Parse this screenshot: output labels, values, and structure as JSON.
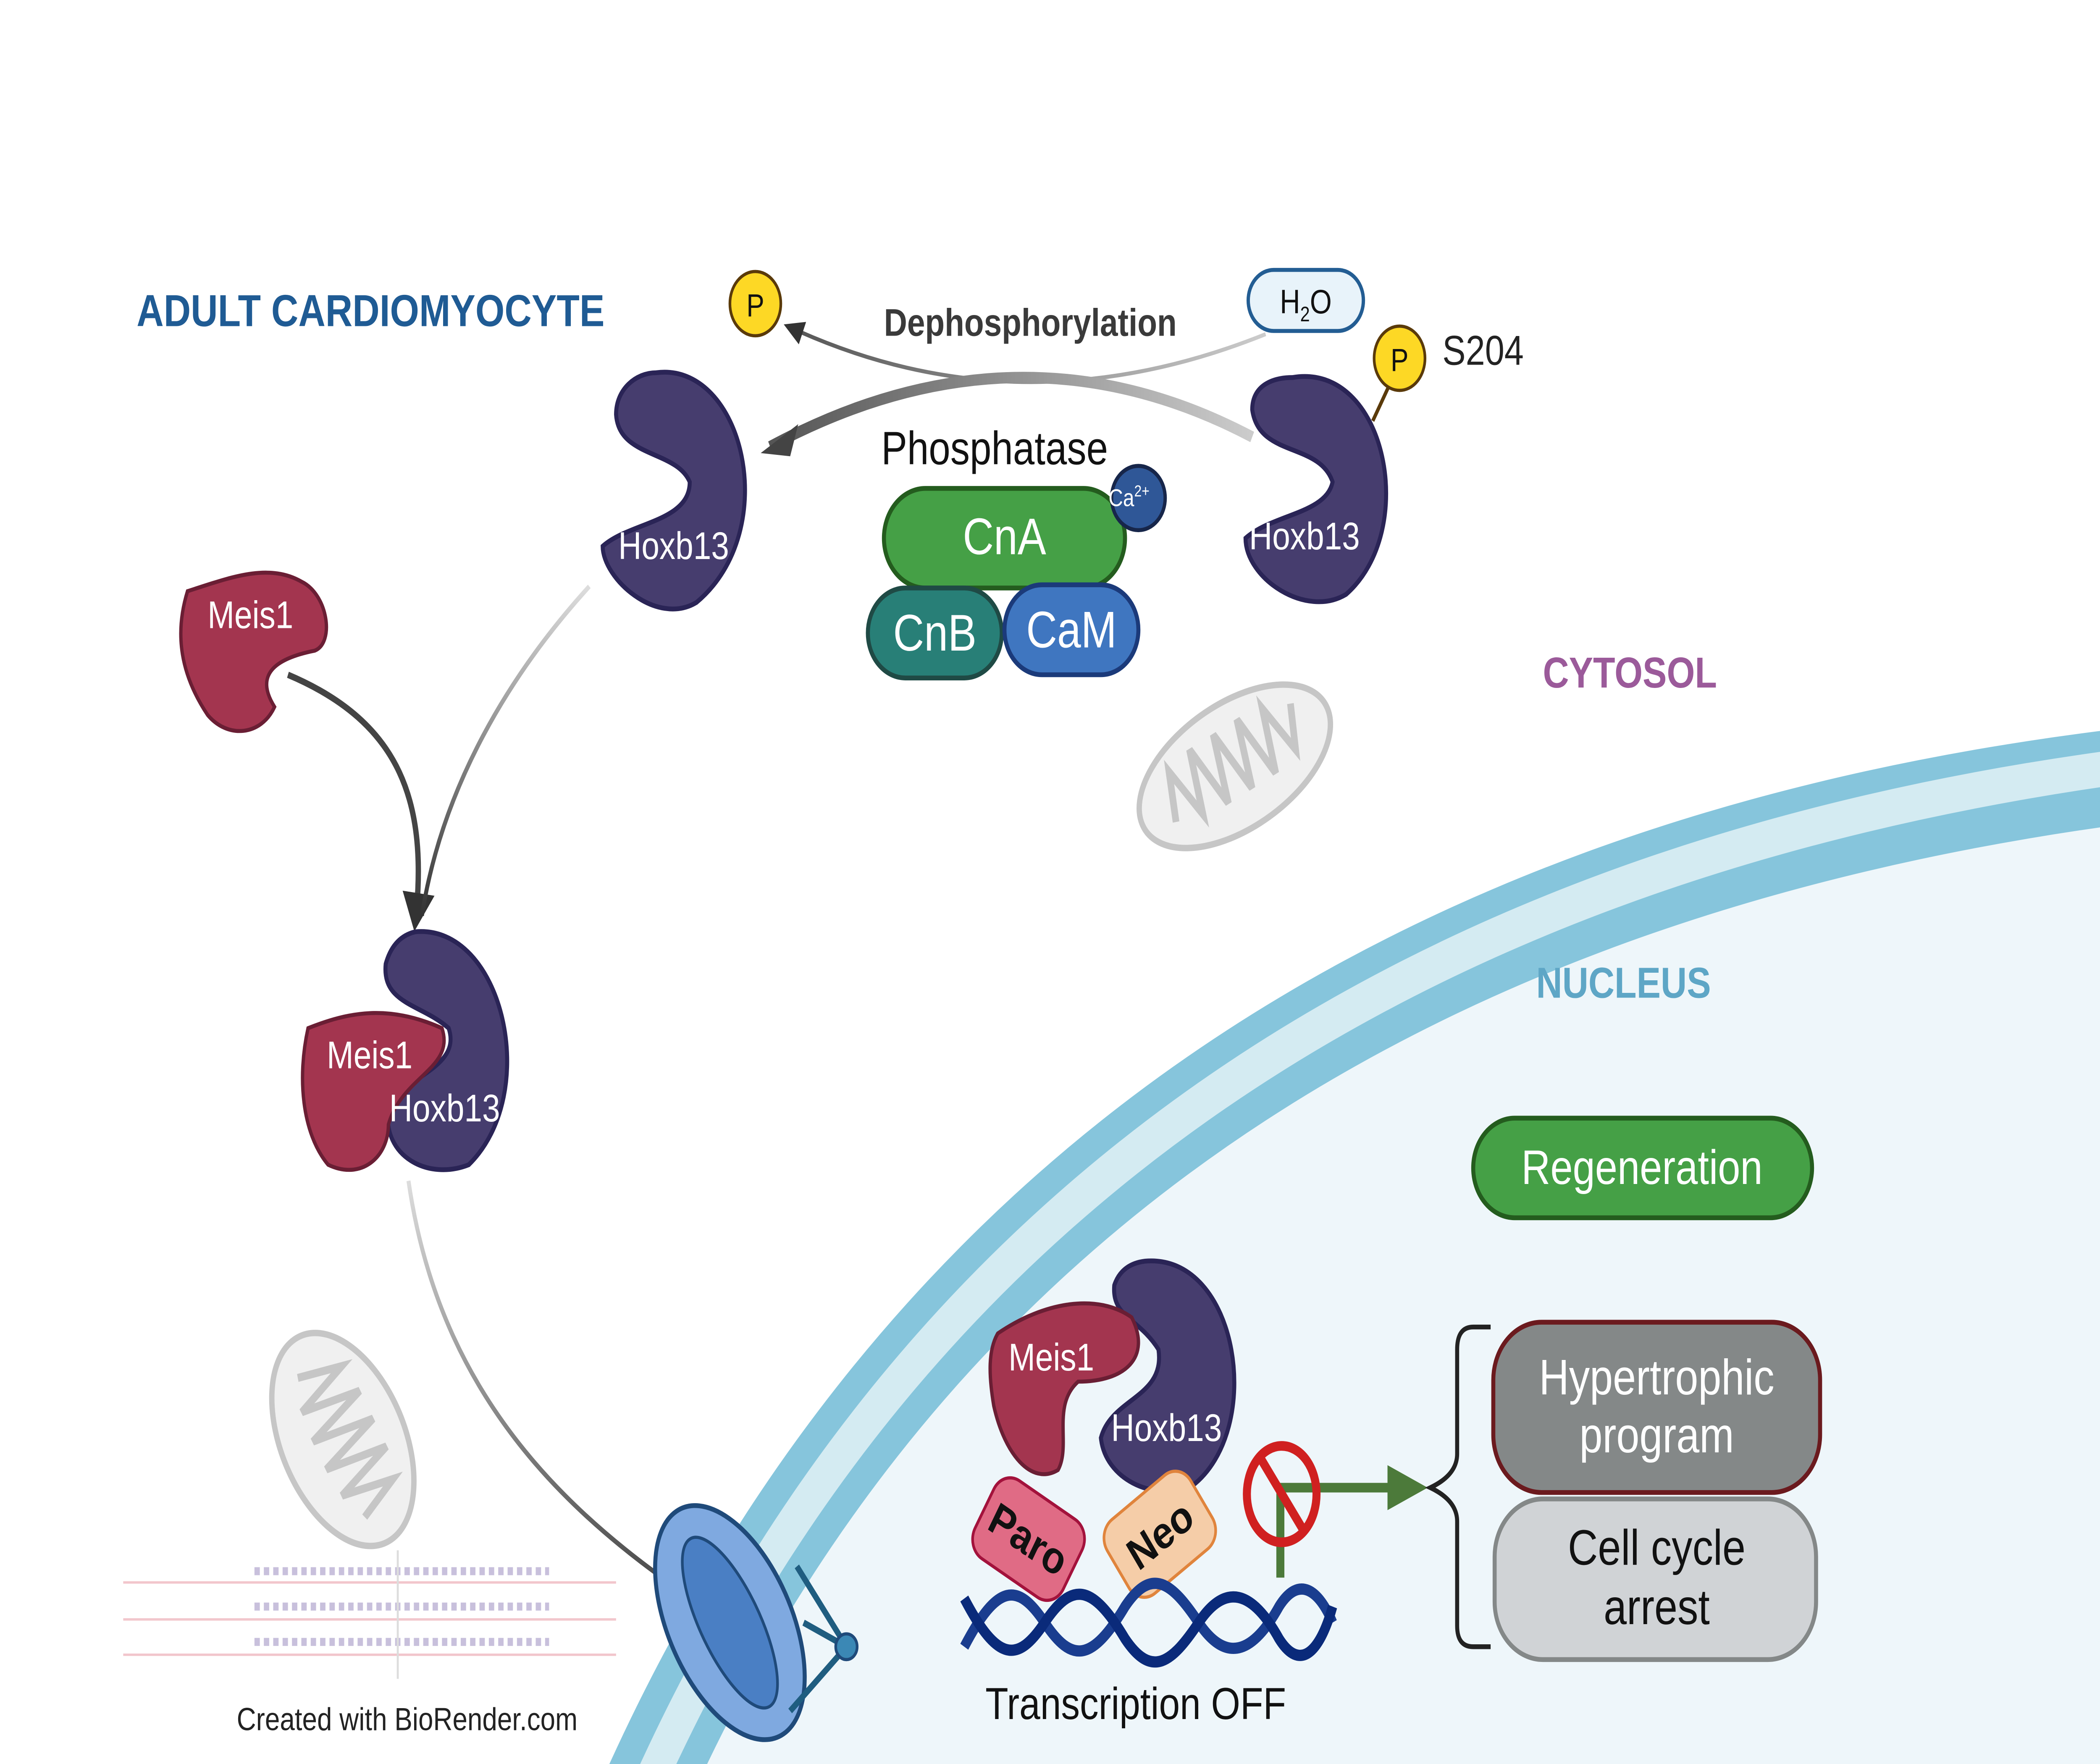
{
  "title": "ADULT CARDIOMYOCYTE",
  "compartments": {
    "cytosol": "CYTOSOL",
    "nucleus": "NUCLEUS"
  },
  "reaction": {
    "dephosphorylation": "Dephosphorylation",
    "water": "H",
    "water_sub": "2",
    "water_tail": "O",
    "phosphate": "P",
    "site_phosphate": "P",
    "site": "S204",
    "phosphatase": "Phosphatase",
    "cna": "CnA",
    "cnb": "CnB",
    "cam": "CaM",
    "calcium": "Ca",
    "calcium_charge": "2+"
  },
  "proteins": {
    "hoxb13_phospho": "Hoxb13",
    "hoxb13_dephospho": "Hoxb13",
    "meis1_free": "Meis1",
    "complex_meis1": "Meis1",
    "complex_hoxb13": "Hoxb13",
    "nuclear_meis1": "Meis1",
    "nuclear_hoxb13": "Hoxb13",
    "paro": "Paro",
    "neo": "Neo"
  },
  "outcomes": {
    "regeneration": "Regeneration",
    "transcription": "Transcription OFF",
    "hypertrophic": [
      "Hypertrophic",
      "program"
    ],
    "cell_cycle": [
      "Cell cycle",
      "arrest"
    ]
  },
  "credit": "Created with BioRender.com",
  "colors": {
    "title": "#1f5b94",
    "cytosol": "#9b5a9a",
    "nucleus": "#5ea6c6",
    "hoxb13": "#463d6e",
    "meis1": "#a3354f",
    "cna": "#45a046",
    "cnb": "#287f77",
    "cam": "#3f76c0",
    "phosphate": "#fdd825",
    "regeneration": "#45a046",
    "hypertrophic": "#848888",
    "cell_cycle": "#d0d3d6",
    "membrane": "#86c5dc",
    "nucleoplasm": "#eef6fa"
  }
}
